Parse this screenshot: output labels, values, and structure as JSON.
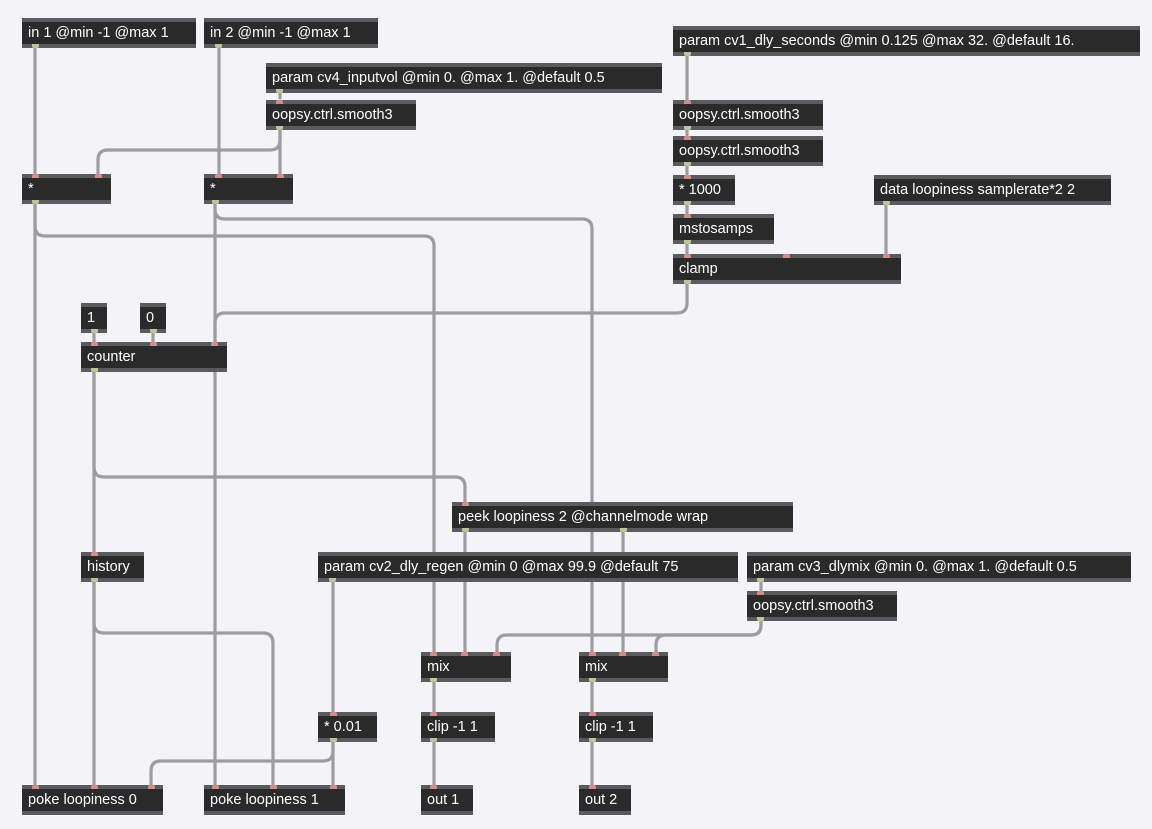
{
  "colors": {
    "canvas": "#f4f3f8",
    "box_fill": "#2a2a2a",
    "box_edge": "#5b5b5d",
    "box_text": "#ffffff",
    "patch_cord": "#9d9d9f",
    "inlet": "#d68c8a",
    "outlet": "#b9c79a"
  },
  "objects": {
    "in1": "in 1 @min -1 @max 1",
    "in2": "in 2 @min -1 @max 1",
    "param_cv4": "param cv4_inputvol @min 0. @max 1. @default 0.5",
    "smooth_cv4": "oopsy.ctrl.smooth3",
    "mul1": "*",
    "mul2": "*",
    "param_cv1": "param cv1_dly_seconds @min 0.125 @max 32. @default 16.",
    "smooth_cv1a": "oopsy.ctrl.smooth3",
    "smooth_cv1b": "oopsy.ctrl.smooth3",
    "mul1000": "* 1000",
    "data": "data loopiness samplerate*2 2",
    "mstosamps": "mstosamps",
    "clamp": "clamp",
    "const1": "1",
    "const0": "0",
    "counter": "counter",
    "peek": "peek loopiness 2 @channelmode wrap",
    "history": "history",
    "param_cv2": "param cv2_dly_regen @min 0 @max 99.9 @default 75",
    "param_cv3": "param cv3_dlymix @min 0. @max 1. @default 0.5",
    "smooth_cv3": "oopsy.ctrl.smooth3",
    "mix1": "mix",
    "mix2": "mix",
    "mul001": "* 0.01",
    "clip1": "clip -1 1",
    "clip2": "clip -1 1",
    "poke0": "poke loopiness 0",
    "poke1": "poke loopiness 1",
    "out1": "out 1",
    "out2": "out 2"
  }
}
